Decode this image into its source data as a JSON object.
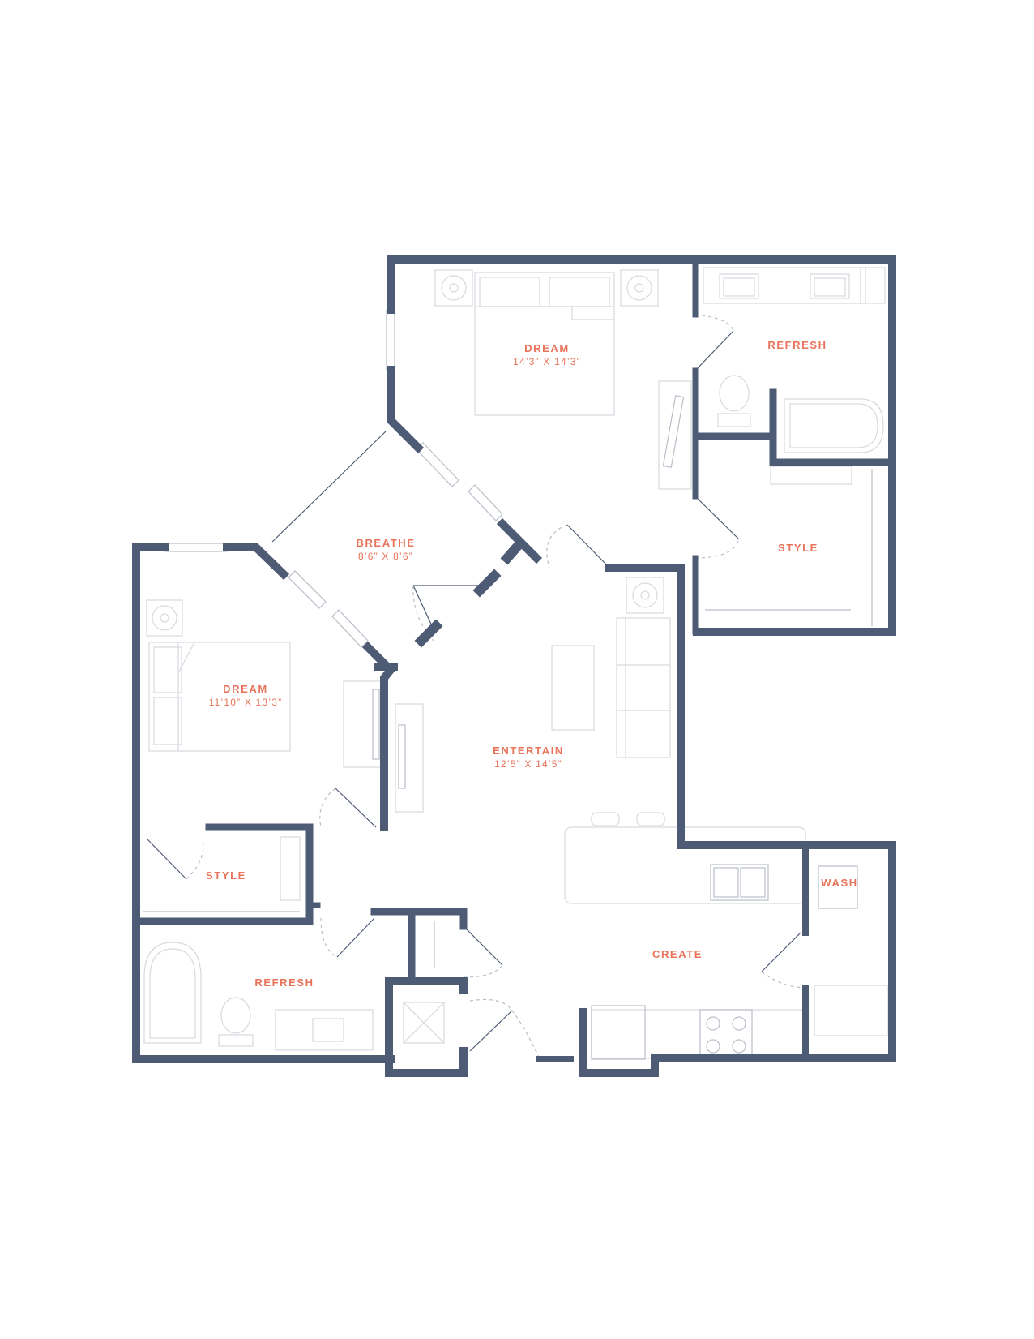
{
  "colors": {
    "wall": "#4e5b74",
    "label": "#e8735a",
    "fixture": "#d6d9de"
  },
  "rooms": {
    "dream_primary": {
      "name": "DREAM",
      "dimensions": "14’3” X 14’3”"
    },
    "refresh_primary": {
      "name": "REFRESH"
    },
    "style_primary": {
      "name": "STYLE"
    },
    "breathe": {
      "name": "BREATHE",
      "dimensions": "8’6” X 8’6”"
    },
    "dream_secondary": {
      "name": "DREAM",
      "dimensions": "11’10” X 13’3”"
    },
    "entertain": {
      "name": "ENTERTAIN",
      "dimensions": "12’5” X 14’5”"
    },
    "style_secondary": {
      "name": "STYLE"
    },
    "refresh_secondary": {
      "name": "REFRESH"
    },
    "create": {
      "name": "CREATE"
    },
    "wash": {
      "name": "WASH"
    }
  }
}
